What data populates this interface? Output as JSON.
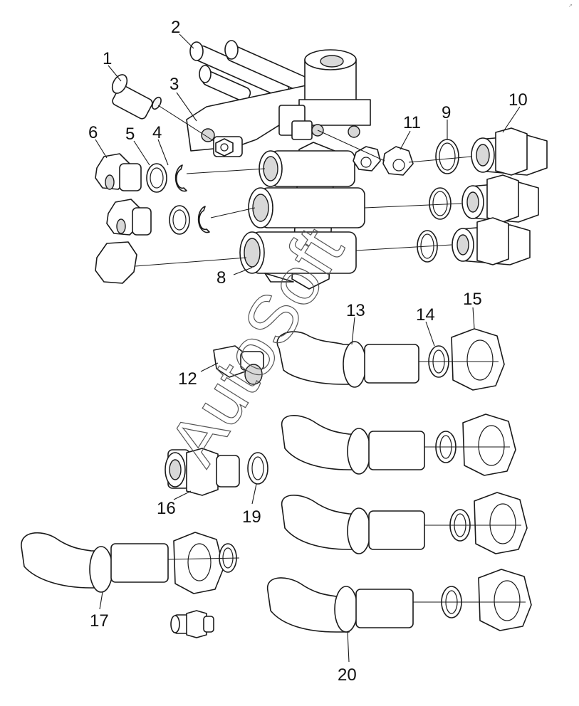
{
  "watermark": "AutoSoft",
  "corner_mark": "↗",
  "callouts": [
    {
      "id": "1",
      "label": "1"
    },
    {
      "id": "2",
      "label": "2"
    },
    {
      "id": "3",
      "label": "3"
    },
    {
      "id": "4",
      "label": "4"
    },
    {
      "id": "5",
      "label": "5"
    },
    {
      "id": "6",
      "label": "6"
    },
    {
      "id": "8",
      "label": "8"
    },
    {
      "id": "9",
      "label": "9"
    },
    {
      "id": "10",
      "label": "10"
    },
    {
      "id": "11",
      "label": "11"
    },
    {
      "id": "12",
      "label": "12"
    },
    {
      "id": "13",
      "label": "13"
    },
    {
      "id": "14",
      "label": "14"
    },
    {
      "id": "15",
      "label": "15"
    },
    {
      "id": "16",
      "label": "16"
    },
    {
      "id": "17",
      "label": "17"
    },
    {
      "id": "19",
      "label": "19"
    },
    {
      "id": "20",
      "label": "20"
    }
  ]
}
